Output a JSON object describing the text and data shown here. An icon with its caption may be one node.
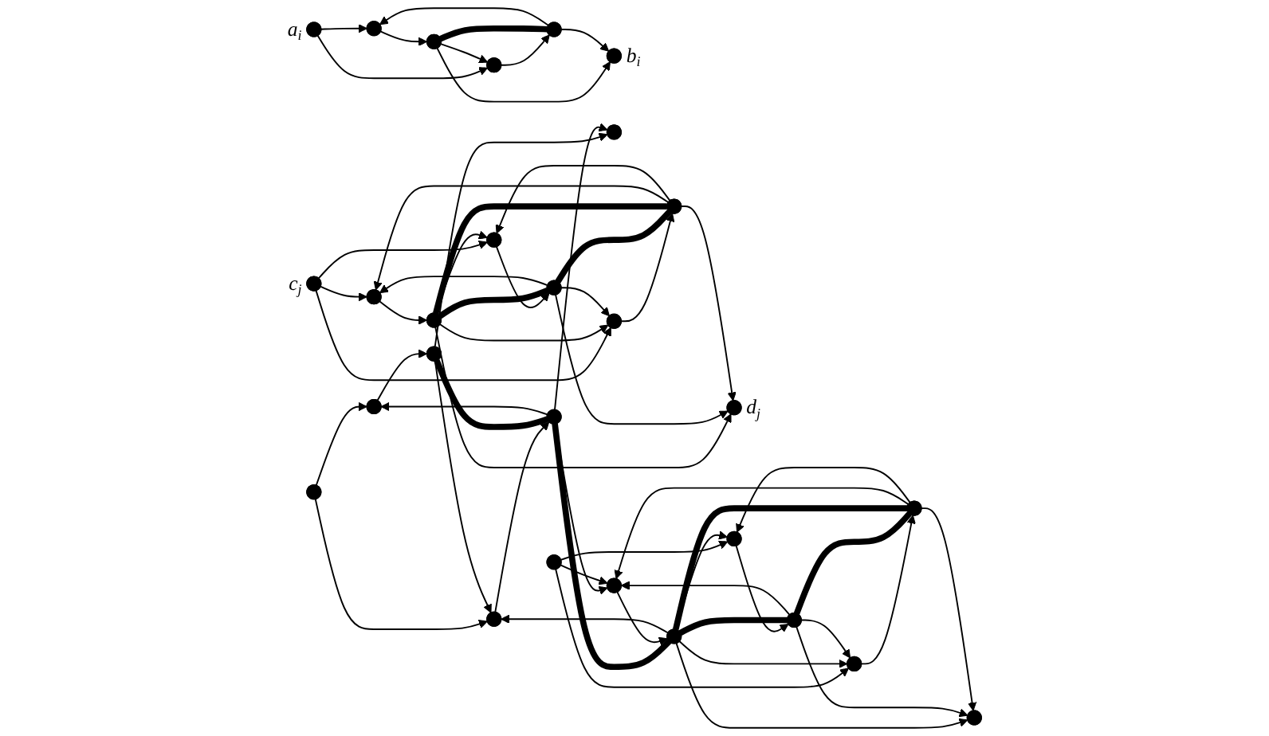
{
  "diagram": {
    "nodes": [
      {
        "text": [],
        "shape": "circle",
        "beside": [
          "a$_{i}$"
        ]
      },
      {
        "text": [],
        "shape": "circle"
      },
      {
        "text": [],
        "shape": "circle"
      },
      {
        "text": [],
        "shape": "circle"
      },
      {
        "text": [],
        "shape": "circle"
      },
      {
        "text": [],
        "shape": "circle",
        "beside": [
          "b$_{i}$"
        ]
      },
      {
        "text": [],
        "shape": "circle"
      },
      {
        "text": [],
        "shape": "circle"
      },
      {
        "text": [],
        "shape": "circle"
      },
      {
        "text": [],
        "shape": "circle"
      },
      {
        "text": [],
        "shape": "circle"
      },
      {
        "text": [],
        "shape": "circle"
      },
      {
        "text": [],
        "shape": "circle",
        "beside": [
          "c$_{j}$"
        ]
      },
      {
        "text": [],
        "shape": "circle"
      },
      {
        "text": [],
        "shape": "circle"
      },
      {
        "text": [],
        "shape": "circle"
      },
      {
        "text": [],
        "shape": "circle"
      },
      {
        "text": [],
        "shape": "circle"
      },
      {
        "text": [],
        "shape": "circle"
      },
      {
        "text": [],
        "shape": "circle",
        "beside": [
          "d$_{j}$"
        ]
      },
      {
        "text": [],
        "shape": "circle"
      },
      {
        "text": [],
        "shape": "circle"
      },
      {
        "text": [],
        "shape": "circle"
      },
      {
        "text": [],
        "shape": "circle"
      },
      {
        "text": [],
        "shape": "circle"
      },
      {
        "text": [],
        "shape": "circle"
      },
      {
        "text": [],
        "shape": "circle"
      },
      {
        "text": [],
        "shape": "circle"
      }
    ],
    "edges": [
      {
        "from": 0,
        "to": 1,
        "arrow": "to"
      },
      {
        "from": 0,
        "to": 2,
        "arrow": "to"
      },
      {
        "from": 1,
        "to": 3,
        "arrow": "to"
      },
      {
        "from": 2,
        "to": 4,
        "arrow": "to"
      },
      {
        "from": 3,
        "to": 2,
        "arrow": "to"
      },
      {
        "from": 4,
        "to": 1,
        "arrow": "to"
      },
      {
        "from": 3,
        "to": 4,
        "arrow": "none",
        "style": "thick"
      },
      {
        "from": 3,
        "to": 5,
        "arrow": "to"
      },
      {
        "from": 4,
        "to": 5,
        "arrow": "to"
      },
      {
        "from": 6,
        "to": 7,
        "arrow": "to"
      },
      {
        "from": 6,
        "to": 8,
        "arrow": "to"
      },
      {
        "from": 7,
        "to": 9,
        "arrow": "to"
      },
      {
        "from": 8,
        "to": 10,
        "arrow": "to"
      },
      {
        "from": 9,
        "to": 8,
        "arrow": "to"
      },
      {
        "from": 10,
        "to": 7,
        "arrow": "to"
      },
      {
        "from": 9,
        "to": 10,
        "arrow": "none",
        "style": "thick"
      },
      {
        "from": 9,
        "to": 11,
        "arrow": "to"
      },
      {
        "from": 10,
        "to": 11,
        "arrow": "to"
      },
      {
        "from": 12,
        "to": 13,
        "arrow": "to"
      },
      {
        "from": 12,
        "to": 14,
        "arrow": "to"
      },
      {
        "from": 12,
        "to": 15,
        "arrow": "to"
      },
      {
        "from": 13,
        "to": 16,
        "arrow": "to"
      },
      {
        "from": 14,
        "to": 17,
        "arrow": "to"
      },
      {
        "from": 15,
        "to": 18,
        "arrow": "to"
      },
      {
        "from": 16,
        "to": 14,
        "arrow": "to"
      },
      {
        "from": 16,
        "to": 15,
        "arrow": "to"
      },
      {
        "from": 17,
        "to": 13,
        "arrow": "to"
      },
      {
        "from": 17,
        "to": 15,
        "arrow": "to"
      },
      {
        "from": 18,
        "to": 13,
        "arrow": "to"
      },
      {
        "from": 18,
        "to": 14,
        "arrow": "to"
      },
      {
        "from": 16,
        "to": 17,
        "arrow": "none",
        "style": "thick"
      },
      {
        "from": 17,
        "to": 18,
        "arrow": "none",
        "style": "thick"
      },
      {
        "from": 16,
        "to": 18,
        "arrow": "none",
        "style": "thick"
      },
      {
        "from": 16,
        "to": 19,
        "arrow": "to"
      },
      {
        "from": 17,
        "to": 19,
        "arrow": "to"
      },
      {
        "from": 18,
        "to": 19,
        "arrow": "to"
      },
      {
        "from": 10,
        "to": 21,
        "arrow": "to"
      },
      {
        "from": 24,
        "to": 8,
        "arrow": "to"
      },
      {
        "from": 10,
        "to": 24,
        "arrow": "none",
        "style": "thick"
      },
      {
        "from": 20,
        "to": 21,
        "arrow": "to"
      },
      {
        "from": 20,
        "to": 22,
        "arrow": "to"
      },
      {
        "from": 20,
        "to": 23,
        "arrow": "to"
      },
      {
        "from": 21,
        "to": 24,
        "arrow": "to"
      },
      {
        "from": 22,
        "to": 25,
        "arrow": "to"
      },
      {
        "from": 23,
        "to": 26,
        "arrow": "to"
      },
      {
        "from": 24,
        "to": 22,
        "arrow": "to"
      },
      {
        "from": 24,
        "to": 23,
        "arrow": "to"
      },
      {
        "from": 25,
        "to": 21,
        "arrow": "to"
      },
      {
        "from": 25,
        "to": 23,
        "arrow": "to"
      },
      {
        "from": 26,
        "to": 21,
        "arrow": "to"
      },
      {
        "from": 26,
        "to": 22,
        "arrow": "to"
      },
      {
        "from": 24,
        "to": 25,
        "arrow": "none",
        "style": "thick"
      },
      {
        "from": 25,
        "to": 26,
        "arrow": "none",
        "style": "thick"
      },
      {
        "from": 24,
        "to": 26,
        "arrow": "none",
        "style": "thick"
      },
      {
        "from": 24,
        "to": 27,
        "arrow": "to"
      },
      {
        "from": 25,
        "to": 27,
        "arrow": "to"
      },
      {
        "from": 26,
        "to": 27,
        "arrow": "to"
      }
    ]
  }
}
